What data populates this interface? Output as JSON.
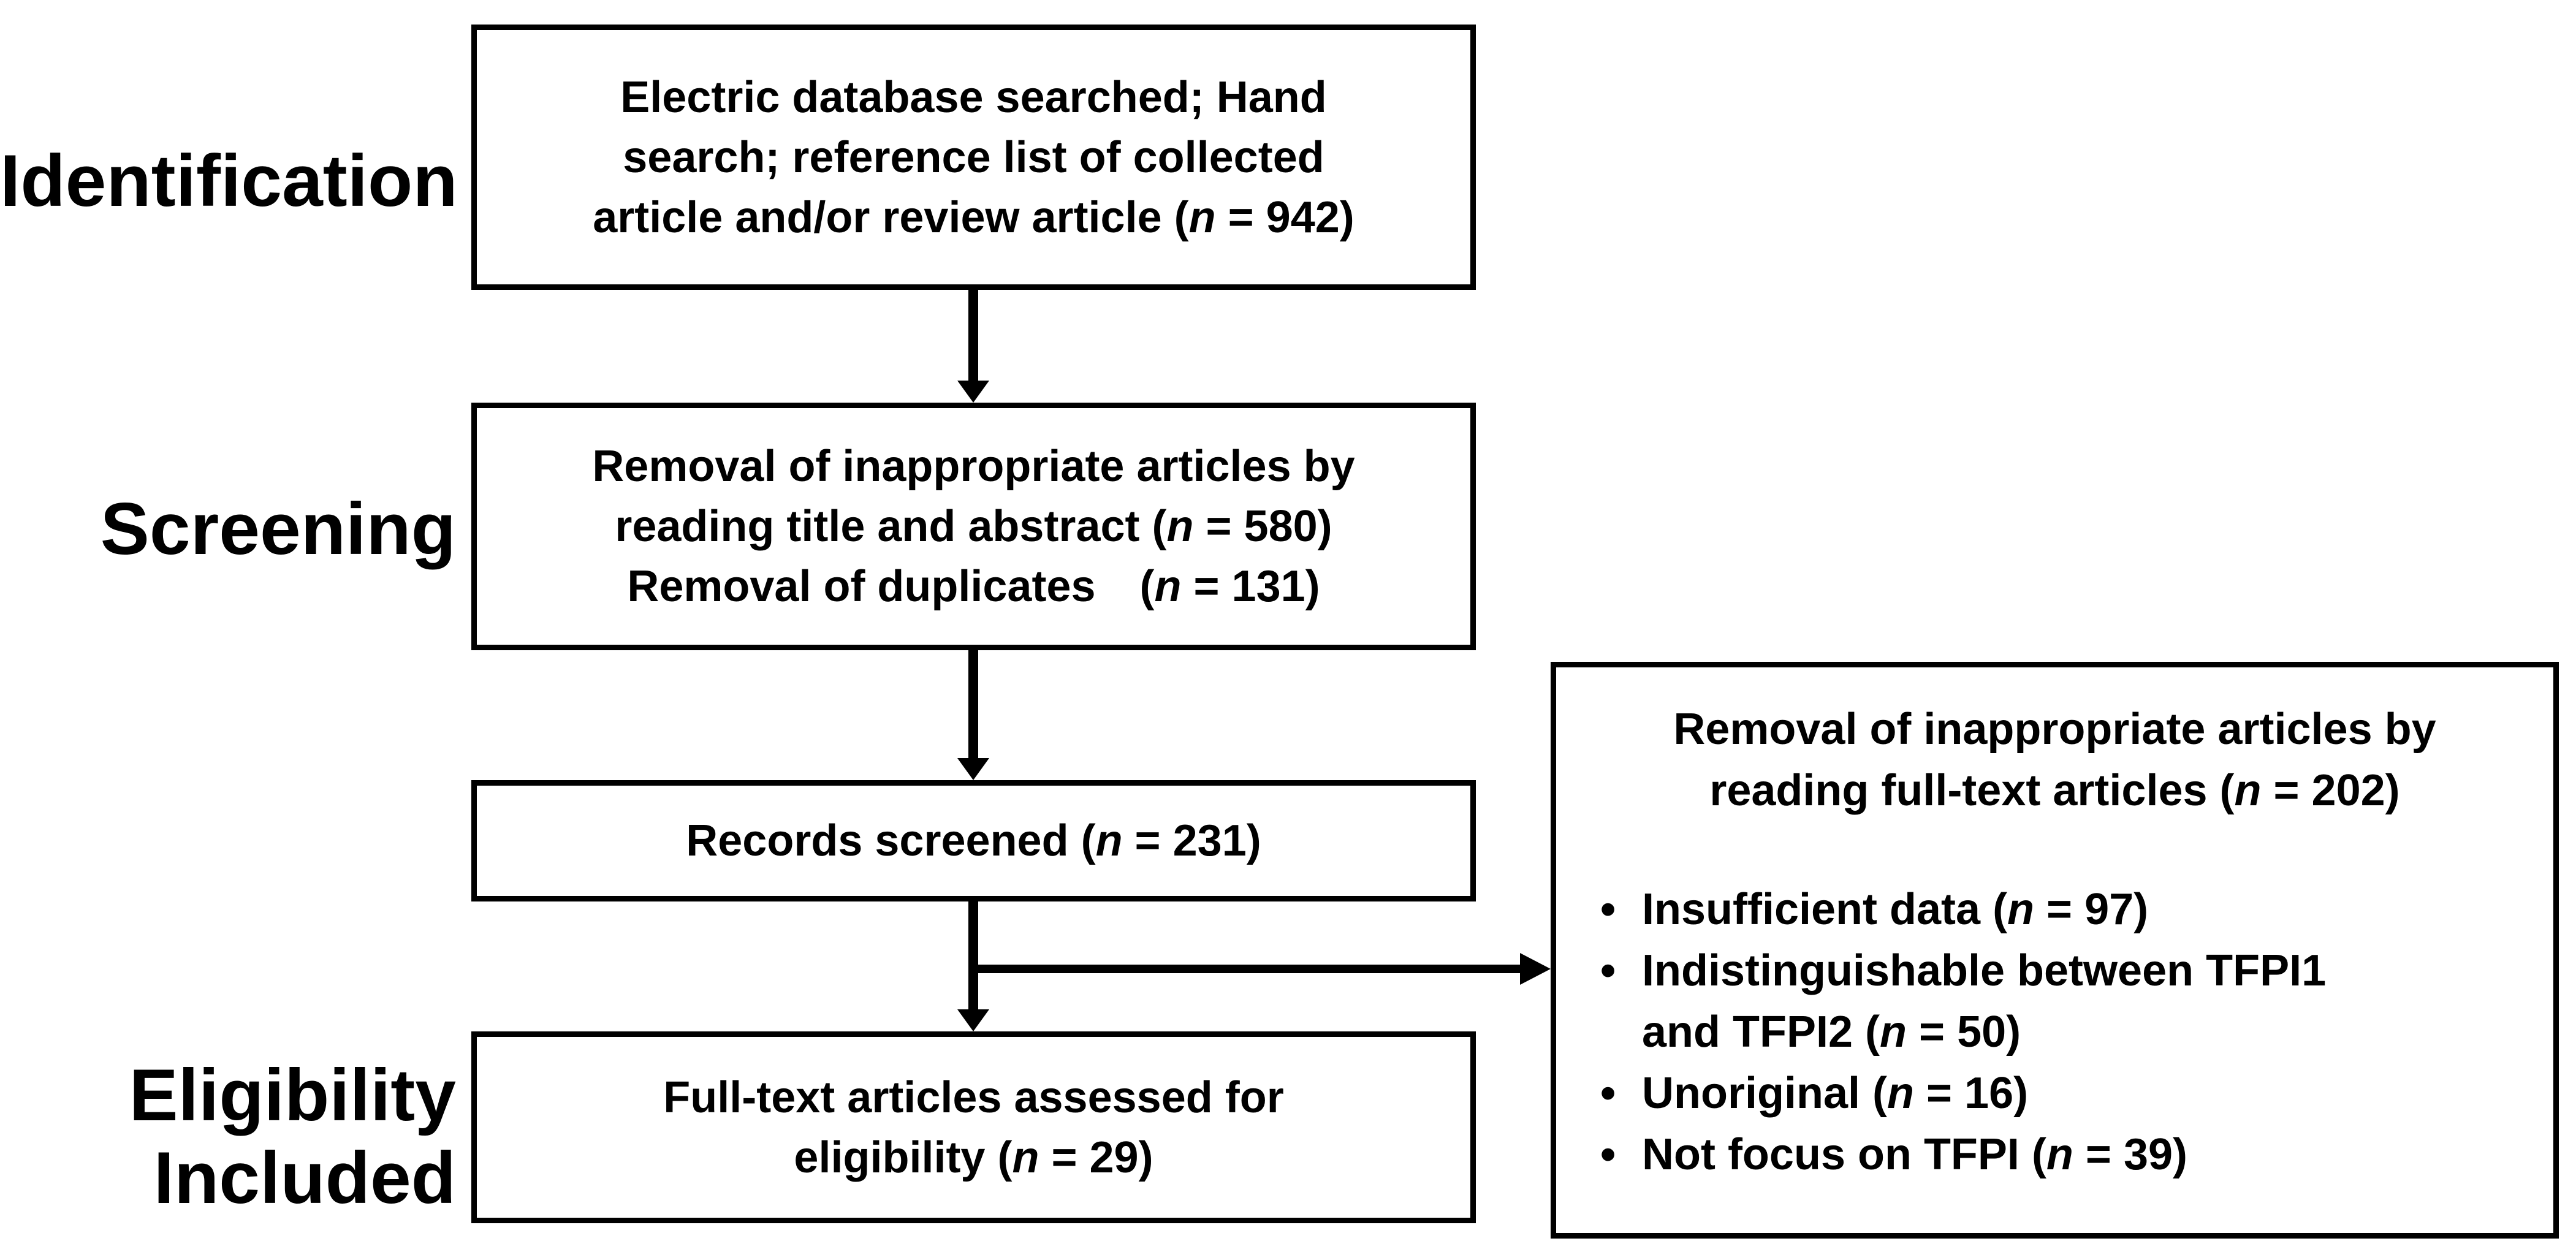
{
  "colors": {
    "ink": "#000000",
    "background": "#ffffff"
  },
  "stage_labels": {
    "identification": "Identification",
    "screening": "Screening",
    "eligibility": "Eligibility",
    "included": "Included"
  },
  "boxes": {
    "search": {
      "line1": "Electric database searched; Hand",
      "line2": "search; reference list of collected",
      "line3_pre": "article and/or review article (",
      "n": "n",
      "line3_post": " = 942)"
    },
    "screen": {
      "line1": "Removal of inappropriate articles by",
      "line2_pre": "reading title and abstract (",
      "line2_post": " = 580)",
      "line3_pre": "Removal of duplicates (",
      "line3_post": " = 131)",
      "n": "n"
    },
    "records": {
      "line1_pre": "Records screened (",
      "line1_post": " = 231)",
      "n": "n"
    },
    "fulltext": {
      "line1": "Full-text articles assessed for",
      "line2_pre": "eligibility (",
      "line2_post": " = 29)",
      "n": "n"
    },
    "exclusion": {
      "header_line1": "Removal of inappropriate articles by",
      "header_line2_pre": "reading full-text articles (",
      "header_line2_post": " = 202)",
      "n": "n",
      "bullet_char": "•",
      "bullet1_pre": "Insufficient data (",
      "bullet1_post": " = 97)",
      "bullet2_line1": "Indistinguishable between TFPI1",
      "bullet2_line2_pre": "and TFPI2 (",
      "bullet2_line2_post": " = 50)",
      "bullet3_pre": "Unoriginal (",
      "bullet3_post": " = 16)",
      "bullet4_pre": "Not focus on TFPI (",
      "bullet4_post": " = 39)"
    }
  }
}
